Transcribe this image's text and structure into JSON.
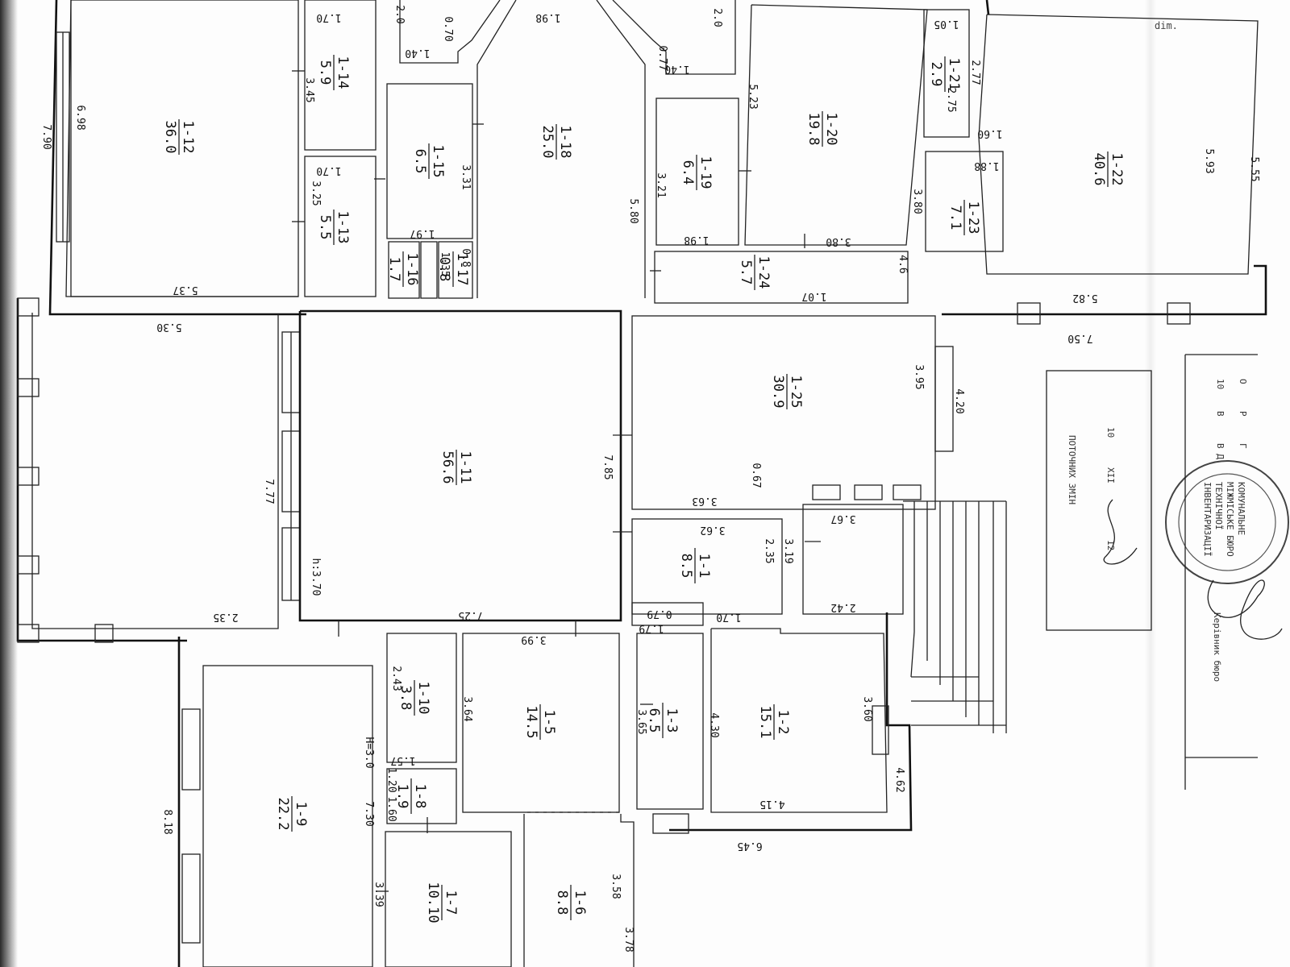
{
  "watermark": "dim.",
  "rooms": [
    {
      "code": "1-1",
      "area": "8.5"
    },
    {
      "code": "1-2",
      "area": "15.1"
    },
    {
      "code": "1-3",
      "area": "6.5"
    },
    {
      "code": "1-5",
      "area": "14.5"
    },
    {
      "code": "1-6",
      "area": "8.8"
    },
    {
      "code": "1-7",
      "area": "10.10"
    },
    {
      "code": "1-8",
      "area": "1.9"
    },
    {
      "code": "1-9",
      "area": "22.2"
    },
    {
      "code": "1-10",
      "area": "3.8"
    },
    {
      "code": "1-11",
      "area": "56.6"
    },
    {
      "code": "1-12",
      "area": "36.0"
    },
    {
      "code": "1-13",
      "area": "5.5"
    },
    {
      "code": "1-14",
      "area": "5.9"
    },
    {
      "code": "1-15",
      "area": "6.5"
    },
    {
      "code": "1-16",
      "area": "1.7"
    },
    {
      "code": "1-17",
      "area": "0.8"
    },
    {
      "code": "1-18",
      "area": "25.0"
    },
    {
      "code": "1-19",
      "area": "6.4"
    },
    {
      "code": "1-20",
      "area": "19.8"
    },
    {
      "code": "1-21",
      "area": "2.9"
    },
    {
      "code": "1-22",
      "area": "40.6"
    },
    {
      "code": "1-23",
      "area": "7.1"
    },
    {
      "code": "1-24",
      "area": "5.7"
    },
    {
      "code": "1-25",
      "area": "30.9"
    }
  ],
  "dimensions": [
    "7.90",
    "6.98",
    "5.37",
    "5.30",
    "7.77",
    "2.35",
    "h:3.70",
    "7.25",
    "7.85",
    "3.63",
    "0.67",
    "3.62",
    "2.35",
    "3.19",
    "3.67",
    "2.42",
    "1.70",
    "1.79",
    "0.79",
    "4.30",
    "3.60",
    "4.15",
    "4.62",
    "6.45",
    "3.99",
    "3.64",
    "3.65",
    "2.43",
    "1.57",
    "H=3.0",
    "1.20",
    "1.60",
    "8.18",
    "7.30",
    "3.39",
    "3.58",
    "3.78",
    "3.45",
    "1.70",
    "3.25",
    "1.70",
    "3.31",
    "1.97",
    "5.80",
    "1.98",
    "3.21",
    "1.98",
    "1.40",
    "0.77",
    "2.0",
    "0.70",
    "1.40",
    "2.0",
    "5.23",
    "3.80",
    "1.05",
    "2.75",
    "2.77",
    "1.60",
    "1.88",
    "3.80",
    "4.6",
    "1.07",
    "5.82",
    "7.50",
    "5.93",
    "3.95",
    "4.20",
    "5.55",
    "1.35",
    "0.8"
  ],
  "stamp": {
    "header": "ПОТОЧНИХ ЗМІН",
    "day": "10",
    "month": "XII",
    "year": "12",
    "seal_lines": [
      "КОМУНАЛЬНЕ",
      "МІЖМІСЬКЕ БЮРО",
      "ТЕХНІЧНОЇ",
      "ІНВЕНТАРИЗАЦІЇ"
    ],
    "signature_caption": "Керівник бюро",
    "column_letters": [
      "О",
      "Р",
      "Г"
    ],
    "column_values": [
      "10",
      "В",
      "В Д"
    ]
  }
}
